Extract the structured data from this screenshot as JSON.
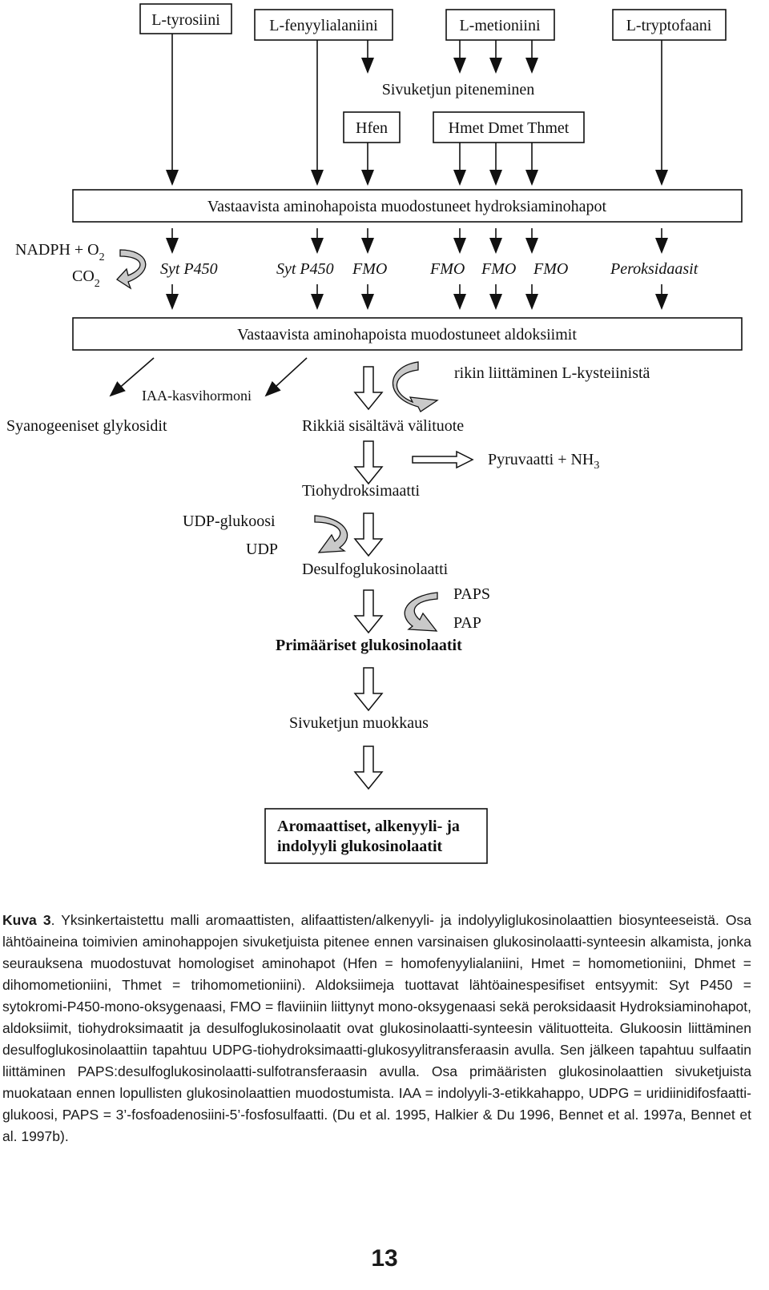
{
  "diagram": {
    "amino_acids": [
      "L-tyrosiini",
      "L-fenyylialaniini",
      "L-metioniini",
      "L-tryptofaani"
    ],
    "chain_elongation": "Sivuketjun piteneminen",
    "hfen": "Hfen",
    "hmet_group": "Hmet Dmet Thmet",
    "hydroxy_box": "Vastaavista aminohapoista muodostuneet hydroksiaminohapot",
    "cofactor_nadph": "NADPH + O",
    "cofactor_co2": "CO",
    "subscript_2": "2",
    "enzymes": [
      "Syt P450",
      "Syt P450",
      "FMO",
      "FMO",
      "FMO",
      "FMO",
      "Peroksidaasit"
    ],
    "aldoxime_box": "Vastaavista aminohapoista muodostuneet aldoksiimit",
    "cyanogenic": "Syanogeeniset glykosidit",
    "iaa": "IAA-kasvihormoni",
    "sulfur_addition": "rikin liittäminen L-kysteiinistä",
    "sulfur_intermediate": "Rikkiä sisältävä välituote",
    "pyruvate": "Pyruvaatti + NH",
    "subscript_3": "3",
    "thiohydroximate": "Tiohydroksimaatti",
    "udp_glucose": "UDP-glukoosi",
    "udp": "UDP",
    "desulfo": "Desulfoglukosinolaatti",
    "paps": "PAPS",
    "pap": "PAP",
    "primary": "Primääriset glukosinolaatit",
    "side_chain_mod": "Sivuketjun muokkaus",
    "final_line1": "Aromaattiset, alkenyyli- ja",
    "final_line2": "indolyyli glukosinolaatit"
  },
  "caption": {
    "label": "Kuva 3",
    "text": ". Yksinkertaistettu malli aromaattisten, alifaattisten/alkenyyli- ja indolyyliglukosinolaattien biosynteeseistä. Osa lähtöaineina toimivien aminohappojen sivuketjuista pitenee ennen varsinaisen glukosinolaatti-synteesin alkamista, jonka seurauksena muodostuvat homologiset aminohapot (Hfen = homofenyylialaniini, Hmet = homometioniini, Dhmet = dihomometioniini, Thmet = trihomometioniini). Aldoksiimeja tuottavat lähtöainespesifiset entsyymit: Syt P450 = sytokromi-P450-mono-oksygenaasi, FMO = flaviiniin liittynyt mono-oksygenaasi sekä peroksidaasit Hydroksiaminohapot, aldoksiimit, tiohydroksimaatit ja desulfoglukosinolaatit ovat glukosinolaatti-synteesin välituotteita. Glukoosin liittäminen desulfoglukosinolaattiin tapahtuu UDPG-tiohydroksimaatti-glukosyylitransferaasin avulla. Sen jälkeen tapahtuu sulfaatin liittäminen PAPS:desulfoglukosinolaatti-sulfotransferaasin avulla. Osa primääristen glukosinolaattien sivuketjuista muokataan ennen lopullisten glukosinolaattien muodostumista. IAA = indolyyli-3-etikkahappo, UDPG = uridiinidifosfaatti-glukoosi, PAPS = 3’-fosfoadenosiini-5’-fosfosulfaatti. (Du et al. 1995, Halkier & Du 1996, Bennet et al. 1997a, Bennet et al. 1997b)."
  },
  "page_number": "13"
}
